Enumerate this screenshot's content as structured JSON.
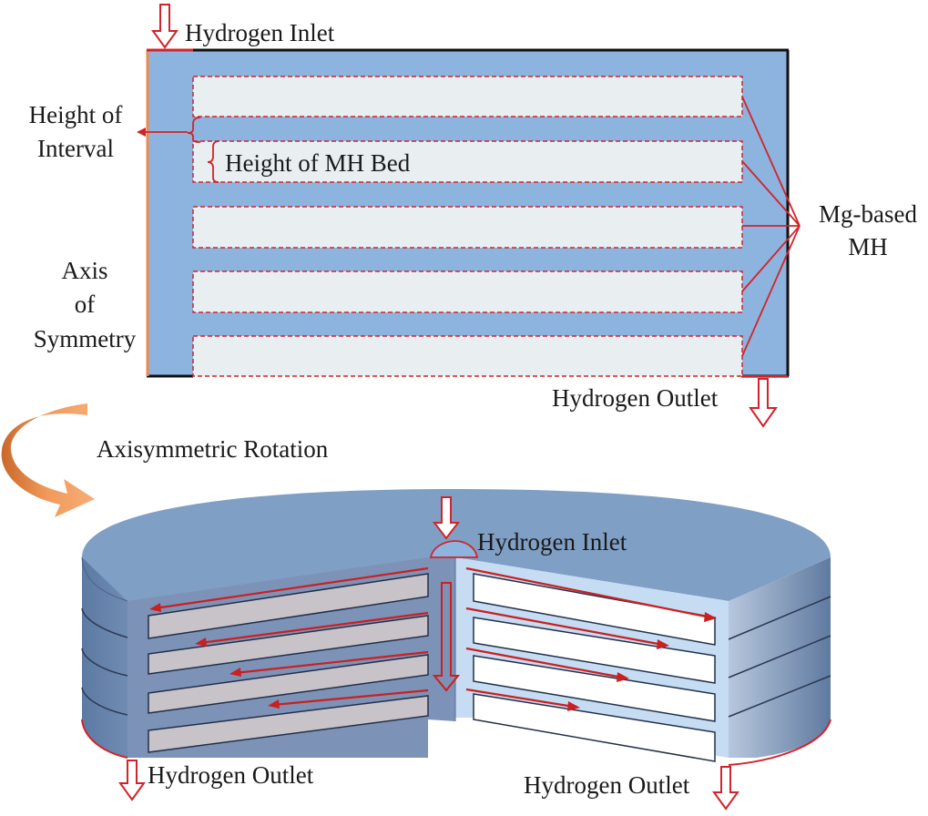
{
  "top_diagram": {
    "inlet_label": "Hydrogen Inlet",
    "outlet_label": "Hydrogen Outlet",
    "interval_label": [
      "Height of",
      "Interval"
    ],
    "bed_label": "Height of MH Bed",
    "axis_label": [
      "Axis",
      "of",
      "Symmetry"
    ],
    "material_label": [
      "Mg-based",
      "MH"
    ],
    "bed_count": 5
  },
  "rotation_label": "Axisymmetric Rotation",
  "bottom_diagram": {
    "inlet_label": "Hydrogen Inlet",
    "outlet_left_label": "Hydrogen Outlet",
    "outlet_right_label": "Hydrogen Outlet"
  },
  "colors": {
    "channel_blue": "#8cb4df",
    "bed_fill": "#e9eff1",
    "dashed_red": "#d2232a",
    "arrow_red": "#cc1f1f",
    "rotation_orange": "#ee8a48",
    "disc_top": "#7f9fc4",
    "disc_side": "#6f8bb0",
    "cut_left": "#7d92b7",
    "cut_right": "#c6dcf3",
    "slot_left": "#c8c3c9",
    "slot_right": "#ffffff"
  }
}
